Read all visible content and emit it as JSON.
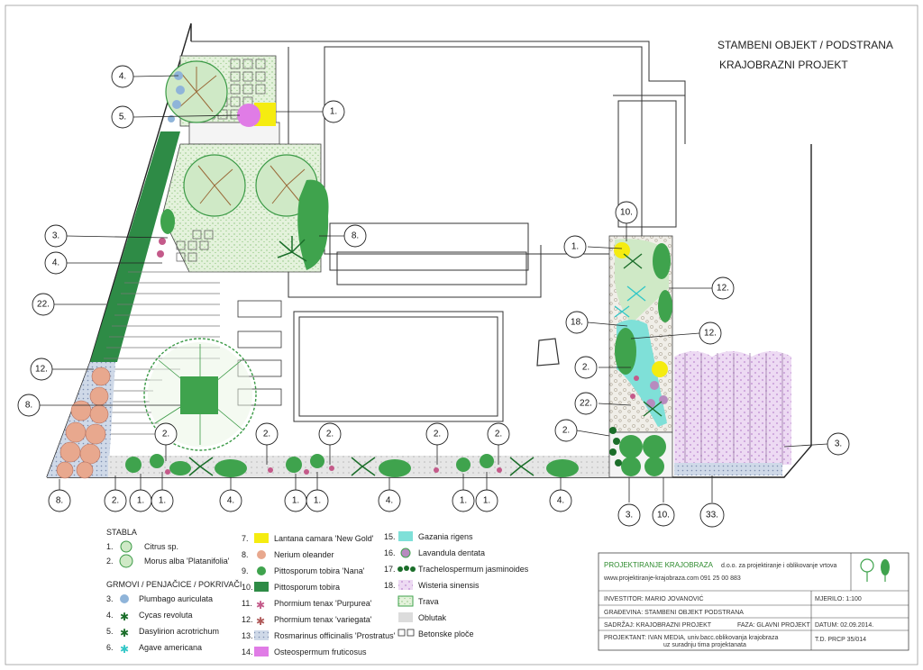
{
  "title": {
    "line1": "STAMBENI OBJEKT / PODSTRANA",
    "line2": "KRAJOBRAZNI PROJEKT"
  },
  "colors": {
    "lawn": "#d8ecd0",
    "hedge": "#2e8b46",
    "tree": "#3fa34d",
    "lantana": "#f5ec10",
    "osteospermum": "#e07ce6",
    "gazania": "#7fe0d8",
    "wisteria": "#d9b8e6",
    "gravel": "#dcdcdc",
    "plumbago": "#8fb4d9",
    "nerium": "#e8a88e"
  },
  "callouts": {
    "c4_top": "4.",
    "c5_top": "5.",
    "c1_top": "1.",
    "c3_left": "3.",
    "c4_left": "4.",
    "c8_mid": "8.",
    "c22_left": "22.",
    "c12_left": "12.",
    "c8_left": "8.",
    "c10_right": "10.",
    "c1_right": "1.",
    "c12_right_a": "12.",
    "c18_right": "18.",
    "c12_right_b": "12.",
    "c2_right": "2.",
    "c22_right": "22.",
    "c2_right_b": "2.",
    "c3_far_right": "3.",
    "c2_b1": "2.",
    "c2_b2": "2.",
    "c2_b3": "2.",
    "c2_b4": "2.",
    "c2_b5": "2.",
    "c8_bot": "8.",
    "c2_bot": "2.",
    "c1_bot1": "1.",
    "c1_bot2": "1.",
    "c4_bot1": "4.",
    "c1_bot3": "1.",
    "c1_bot4": "1.",
    "c4_bot2": "4.",
    "c1_bot5": "1.",
    "c1_bot6": "1.",
    "c4_bot3": "4.",
    "c3_bot": "3.",
    "c10_bot": "10.",
    "c33_bot": "33."
  },
  "legend": {
    "trees_heading": "STABLA",
    "shrubs_heading": "GRMOVI / PENJAČICE / POKRIVAČI",
    "items": [
      {
        "num": "1.",
        "name": "Citrus sp."
      },
      {
        "num": "2.",
        "name": "Morus alba 'Platanifolia'"
      },
      {
        "num": "3.",
        "name": "Plumbago auriculata"
      },
      {
        "num": "4.",
        "name": "Cycas revoluta"
      },
      {
        "num": "5.",
        "name": "Dasylirion acrotrichum"
      },
      {
        "num": "6.",
        "name": "Agave americana"
      },
      {
        "num": "7.",
        "name": "Lantana camara 'New Gold'"
      },
      {
        "num": "8.",
        "name": "Nerium oleander"
      },
      {
        "num": "9.",
        "name": "Pittosporum tobira 'Nana'"
      },
      {
        "num": "10.",
        "name": "Pittosporum tobira"
      },
      {
        "num": "11.",
        "name": "Phormium tenax 'Purpurea'"
      },
      {
        "num": "12.",
        "name": "Phormium tenax 'variegata'"
      },
      {
        "num": "13.",
        "name": "Rosmarinus officinalis 'Prostratus'"
      },
      {
        "num": "14.",
        "name": "Osteospermum fruticosus"
      },
      {
        "num": "15.",
        "name": "Gazania rigens"
      },
      {
        "num": "16.",
        "name": "Lavandula dentata"
      },
      {
        "num": "17.",
        "name": "Trachelospermum jasminoides"
      },
      {
        "num": "18.",
        "name": "Wisteria sinensis"
      },
      {
        "num": "",
        "name": "Trava"
      },
      {
        "num": "",
        "name": "Oblutak"
      },
      {
        "num": "",
        "name": "Betonske ploče"
      }
    ]
  },
  "titleblock": {
    "company": "PROJEKTIRANJE KRAJOBRAZA",
    "company_sub": "d.o.o. za projektiranje i oblikovanje vrtova",
    "contact": "www.projektiranje-krajobraza.com   091 25 00 883",
    "investor": "INVESTITOR: MARIO JOVANOVIĆ",
    "scale": "MJERILO: 1:100",
    "gradevina": "GRAĐEVINA: STAMBENI OBJEKT PODSTRANA",
    "sadrzaj": "SADRŽAJ: KRAJOBRAZNI PROJEKT",
    "faza": "FAZA: GLAVNI PROJEKT",
    "datum": "DATUM: 02.09.2014.",
    "projektant": "PROJEKTANT: IVAN MEDIA, univ.bacc.oblikovanja krajobraza",
    "projektant2": "uz suradnju tima projektanata",
    "td": "T.D. PRCP 35/014"
  }
}
